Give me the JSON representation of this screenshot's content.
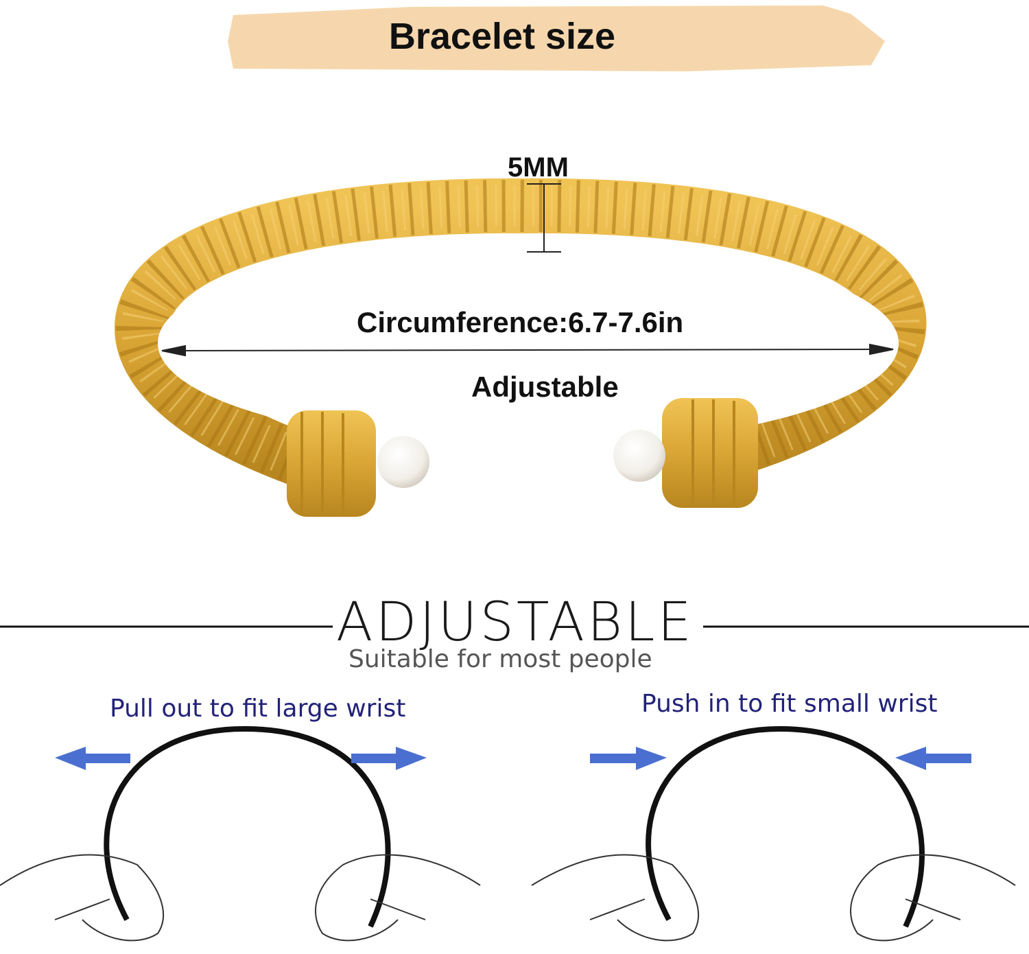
{
  "header": {
    "title": "Bracelet size"
  },
  "dimensions": {
    "width_label": "5MM",
    "circumference_label": "Circumference:6.7-7.6in",
    "adjustable_label": "Adjustable"
  },
  "adjust_section": {
    "heading": "ADJUSTABLE",
    "subheading": "Suitable for most people",
    "left_instruction": "Pull out to fit large wrist",
    "right_instruction": "Push in to fit small wrist"
  },
  "colors": {
    "banner": "#f6d7ad",
    "gold": "#d9a535",
    "instruction_text": "#22227a",
    "arrow": "#4a6fd0"
  }
}
